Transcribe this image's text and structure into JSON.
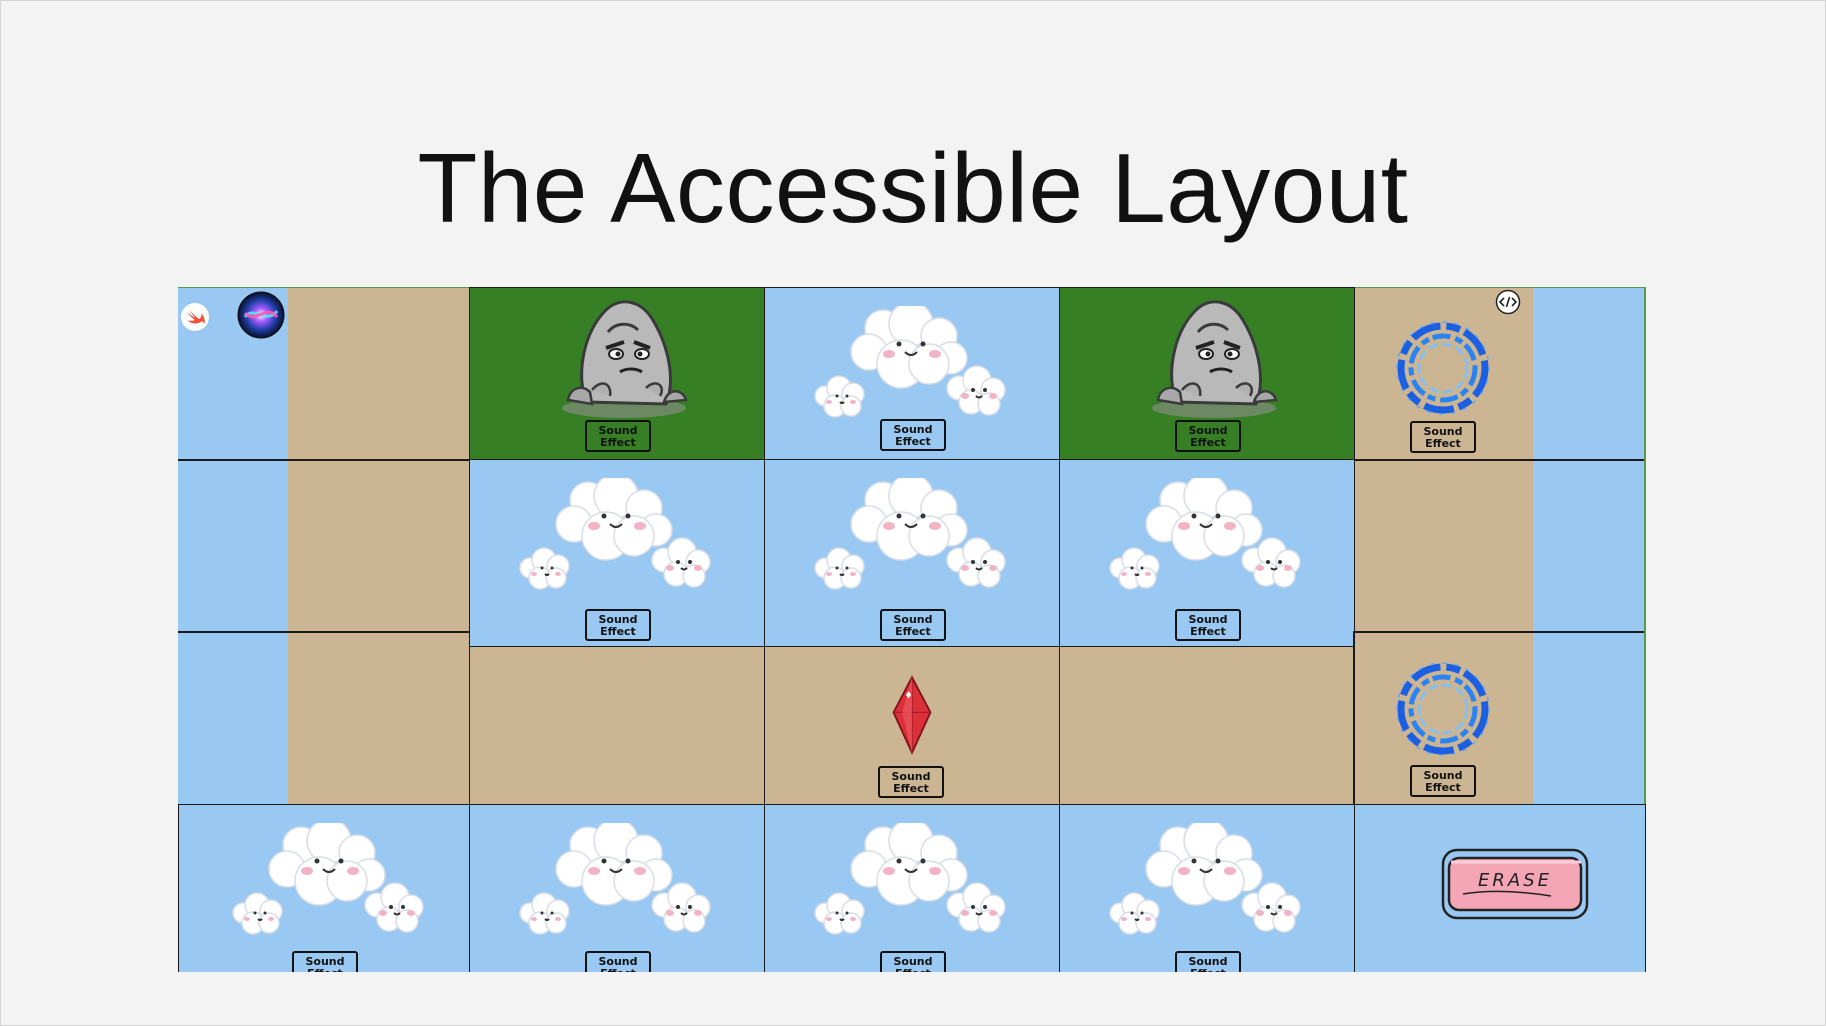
{
  "slide": {
    "title": "The Accessible Layout"
  },
  "icons": {
    "swift": "swift-icon",
    "siri": "siri-icon",
    "code": "code-toggle-icon"
  },
  "cells": {
    "sound_label": "Sound Effect",
    "erase_label": "ERASE"
  },
  "colors": {
    "sky": "#99c9f2",
    "sand": "#ccb593",
    "grass": "#377f25",
    "gem": "#d9303a",
    "portal": "#1c5fe0",
    "eraser": "#f4a6b7"
  }
}
